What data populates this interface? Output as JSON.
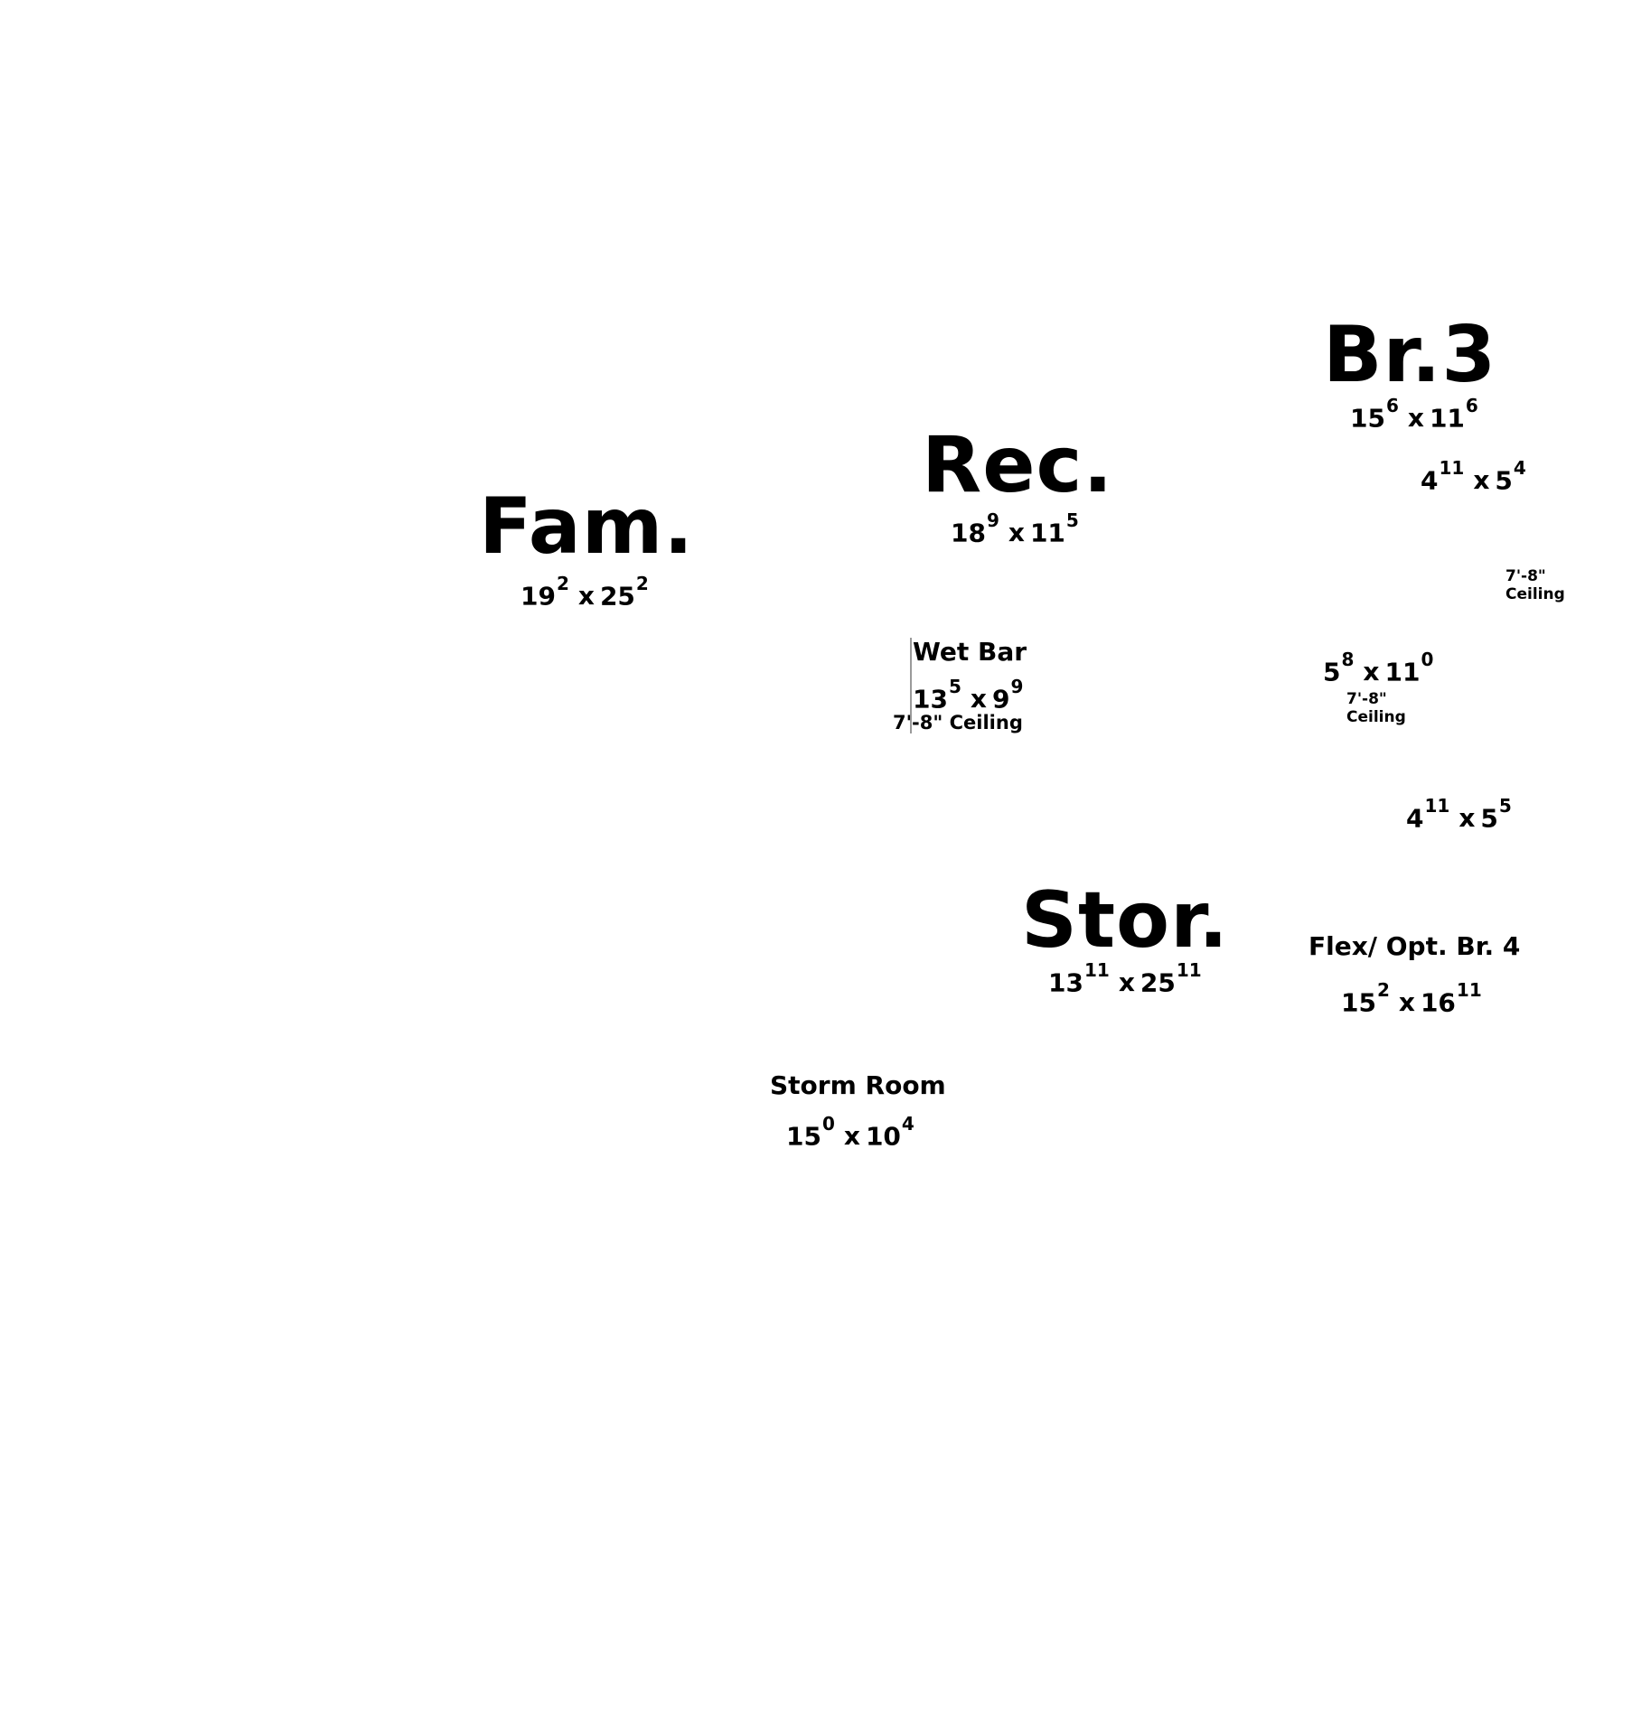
{
  "rooms": {
    "br3": {
      "name": "Br.3",
      "w": "15",
      "w_in": "6",
      "h": "11",
      "h_in": "6"
    },
    "closet_a": {
      "w": "4",
      "w_in": "11",
      "h": "5",
      "h_in": "4"
    },
    "rec": {
      "name": "Rec.",
      "w": "18",
      "w_in": "9",
      "h": "11",
      "h_in": "5"
    },
    "fam": {
      "name": "Fam.",
      "w": "19",
      "w_in": "2",
      "h": "25",
      "h_in": "2"
    },
    "ceiling_a": {
      "line1": "7'-8\"",
      "line2": "Ceiling"
    },
    "wet_bar": {
      "name": "Wet Bar",
      "w": "13",
      "w_in": "5",
      "h": "9",
      "h_in": "9",
      "ceiling": "7'-8\" Ceiling"
    },
    "bath": {
      "w": "5",
      "w_in": "8",
      "h": "11",
      "h_in": "0",
      "ceiling_line1": "7'-8\"",
      "ceiling_line2": "Ceiling"
    },
    "closet_b": {
      "w": "4",
      "w_in": "11",
      "h": "5",
      "h_in": "5"
    },
    "stor": {
      "name": "Stor.",
      "w": "13",
      "w_in": "11",
      "h": "25",
      "h_in": "11"
    },
    "flex": {
      "name": "Flex/ Opt. Br. 4",
      "w": "15",
      "w_in": "2",
      "h": "16",
      "h_in": "11"
    },
    "storm_room": {
      "name": "Storm Room",
      "w": "15",
      "w_in": "0",
      "h": "10",
      "h_in": "4"
    }
  }
}
